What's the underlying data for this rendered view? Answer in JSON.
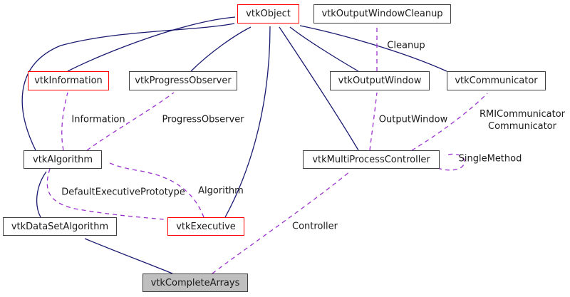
{
  "diagram": {
    "type": "collaboration-graph",
    "nodes": {
      "vtkObject": "vtkObject",
      "vtkOutputWindowCleanup": "vtkOutputWindowCleanup",
      "vtkInformation": "vtkInformation",
      "vtkProgressObserver": "vtkProgressObserver",
      "vtkOutputWindow": "vtkOutputWindow",
      "vtkCommunicator": "vtkCommunicator",
      "vtkAlgorithm": "vtkAlgorithm",
      "vtkMultiProcessController": "vtkMultiProcessController",
      "vtkDataSetAlgorithm": "vtkDataSetAlgorithm",
      "vtkExecutive": "vtkExecutive",
      "vtkCompleteArrays": "vtkCompleteArrays"
    },
    "edge_labels": {
      "cleanup": "Cleanup",
      "information": "Information",
      "progress_observer": "ProgressObserver",
      "output_window": "OutputWindow",
      "rmi_communicator": "RMICommunicator",
      "communicator": "Communicator",
      "single_method": "SingleMethod",
      "default_executive_prototype": "DefaultExecutivePrototype",
      "algorithm": "Algorithm",
      "controller": "Controller"
    },
    "colors": {
      "inheritance_edge": "#191970",
      "usage_edge": "#9a32cd",
      "node_border": "#404040",
      "highlight_border": "#ff0000",
      "node_fill": "#ffffff",
      "current_node_fill": "#bfbfbf",
      "text": "#1a1a1a",
      "background": "#ffffff"
    }
  }
}
